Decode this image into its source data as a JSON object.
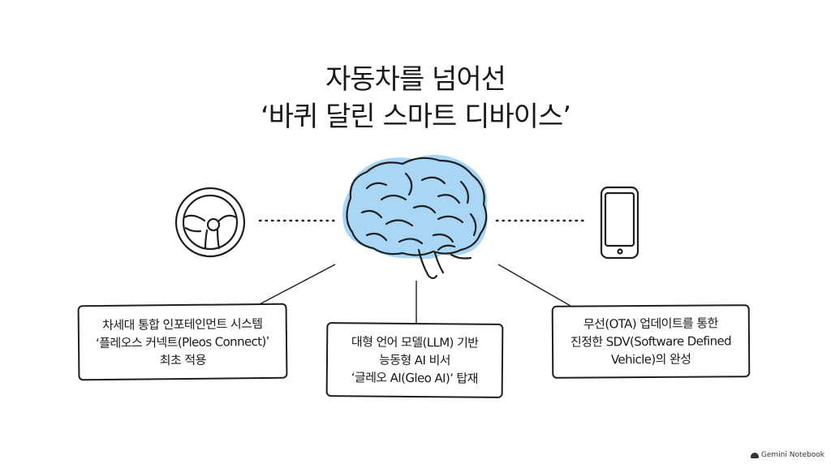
{
  "title": {
    "line1": "자동차를 넘어선",
    "line2": "‘바퀴 달린 스마트 디바이스’"
  },
  "icons": {
    "left": "steering-wheel-icon",
    "center": "brain-icon",
    "right": "smartphone-icon"
  },
  "boxes": {
    "left": {
      "line1": "차세대 통합 인포테인먼트 시스템",
      "line2": "‘플레오스 커넥트(Pleos Connect)’",
      "line3": "최초 적용"
    },
    "middle": {
      "line1": "대형 언어 모델(LLM) 기반",
      "line2": "능동형 AI 비서",
      "line3": "‘글레오 AI(Gleo AI)’ 탑재"
    },
    "right": {
      "line1": "무선(OTA) 업데이트를 통한",
      "line2": "진정한 SDV(Software Defined",
      "line3": "Vehicle)의 완성"
    }
  },
  "colors": {
    "ink": "#1f1f1f",
    "brain_fill": "#a9d6f5"
  },
  "watermark": "Gemini Notebook"
}
